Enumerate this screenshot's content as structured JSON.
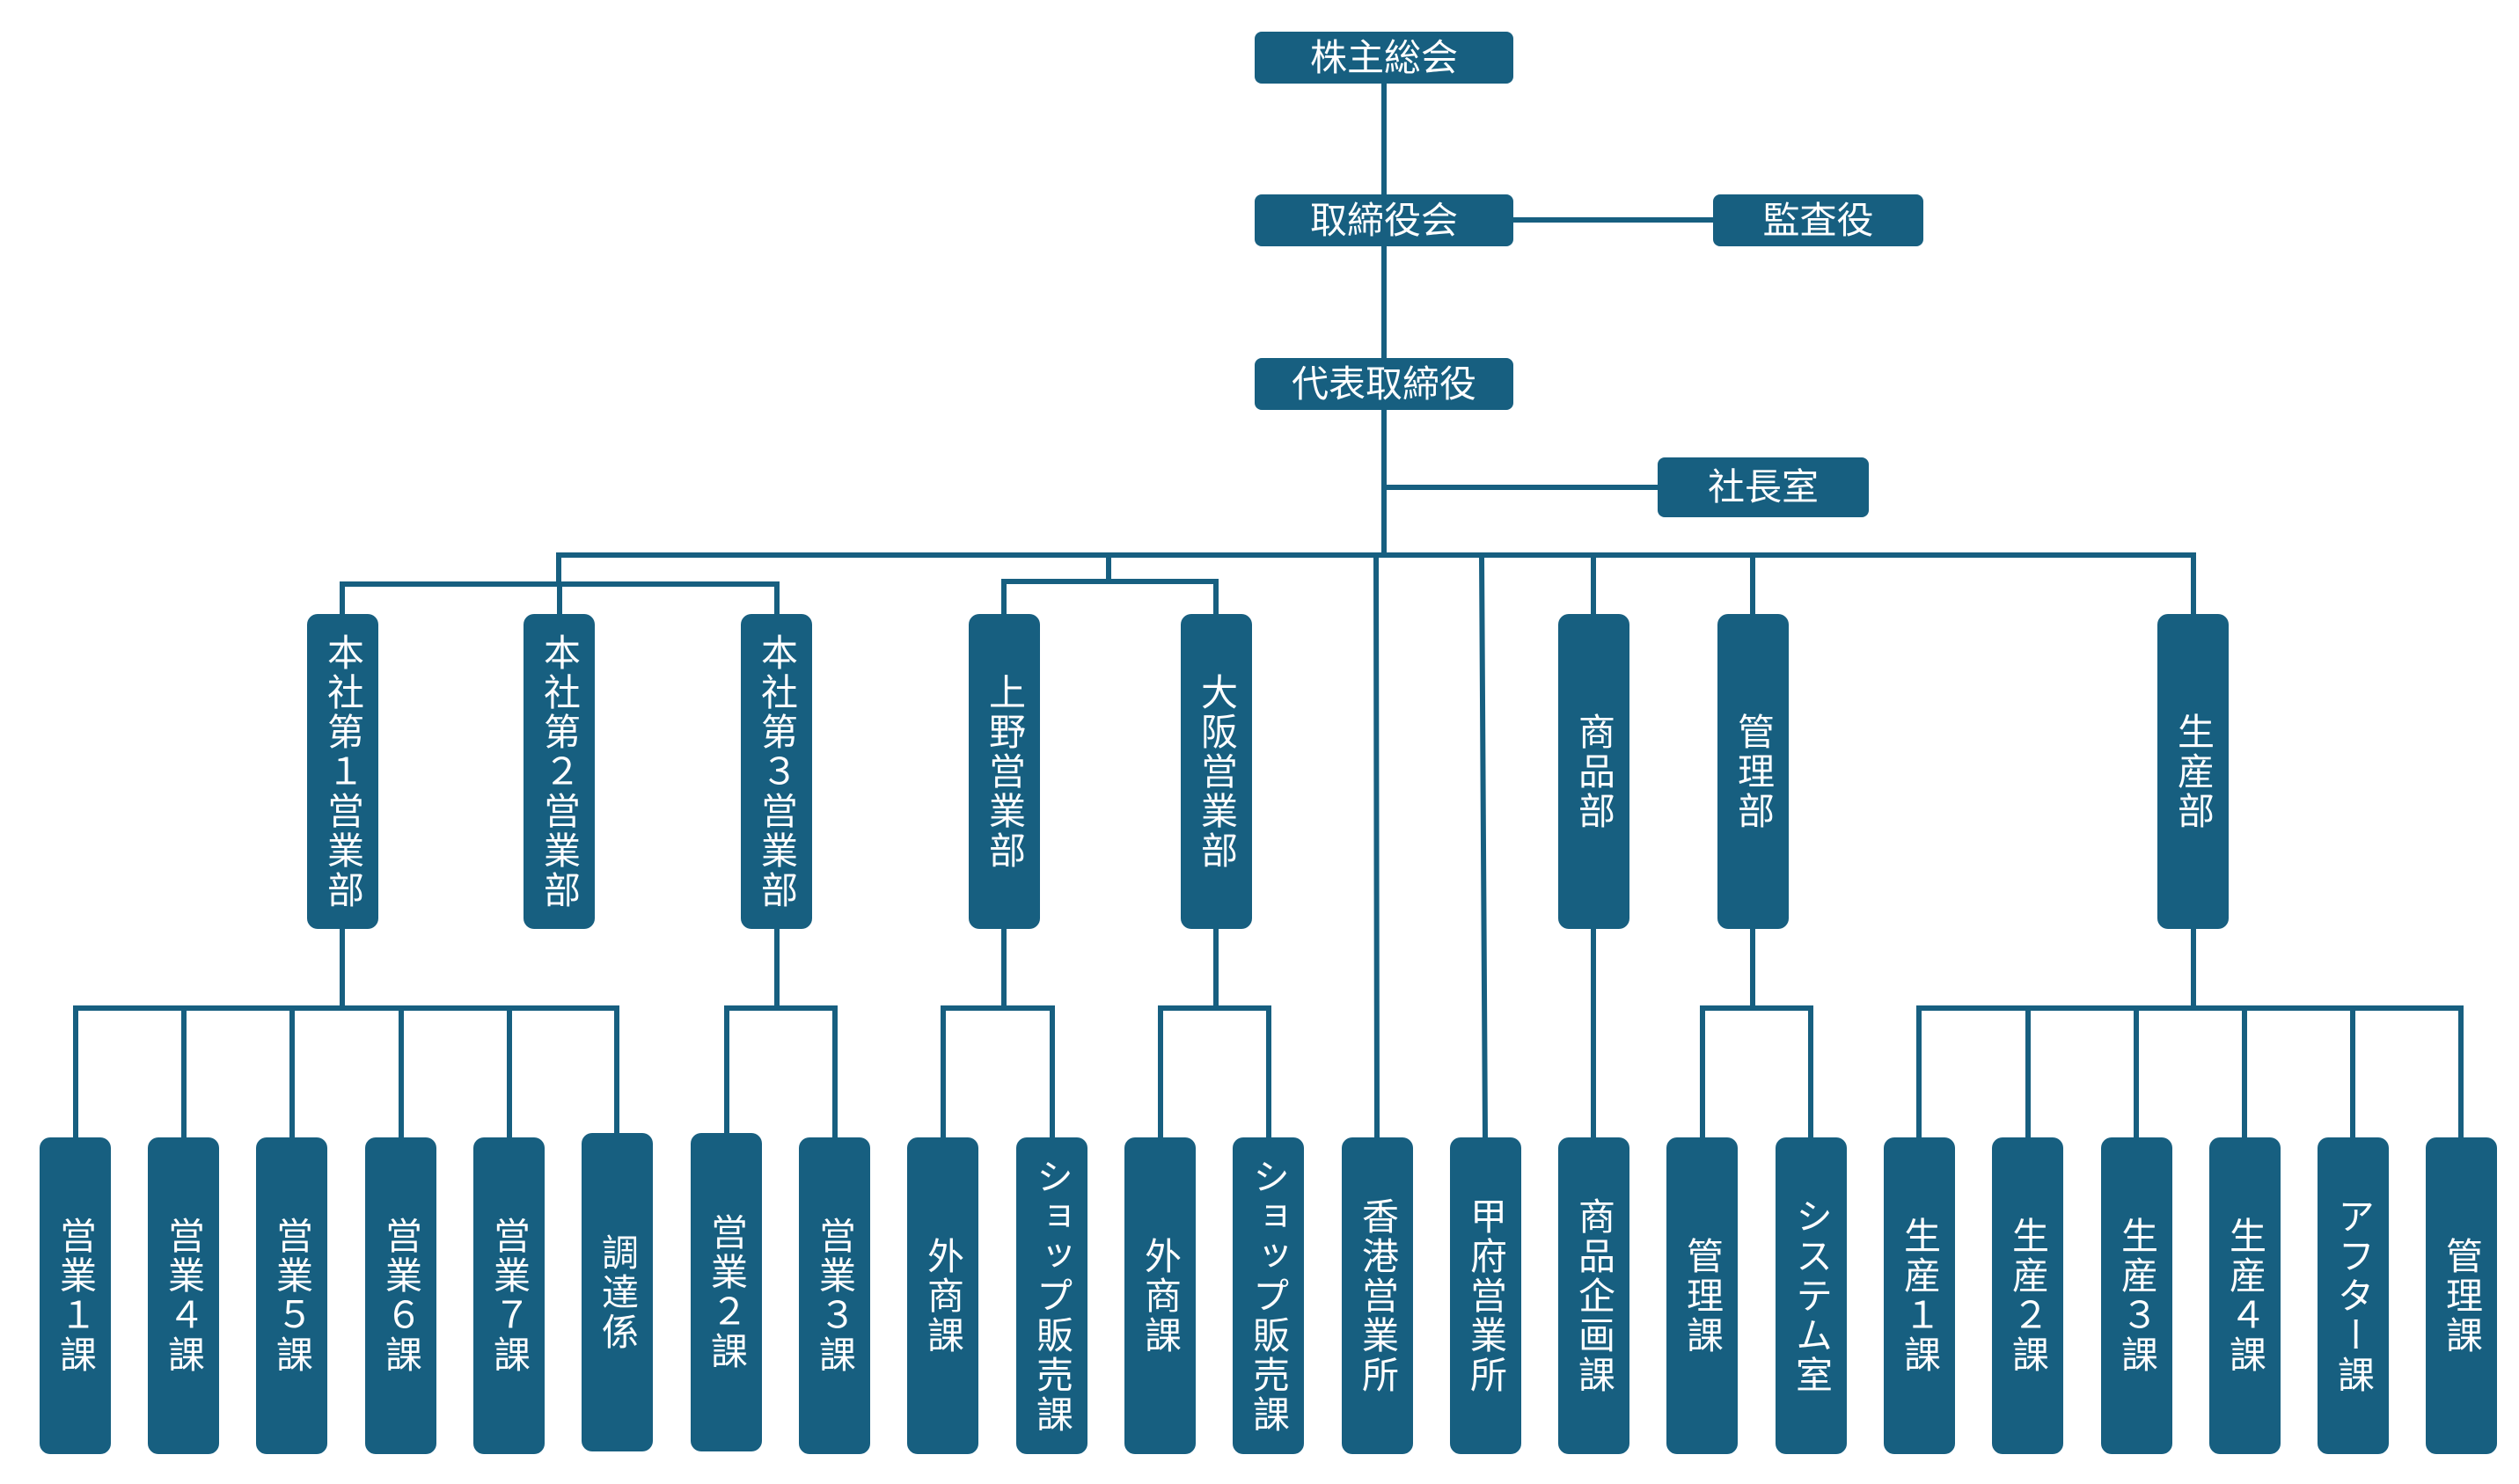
{
  "colors": {
    "node_fill": "#175f80",
    "node_text": "#ffffff",
    "connector": "#175f80",
    "background": "#ffffff"
  },
  "top": {
    "shareholders": "株主総会",
    "board": "取締役会",
    "auditor": "監査役",
    "ceo": "代表取締役",
    "president_office": "社長室"
  },
  "departments": [
    {
      "label": "本社第１営業部",
      "children": [
        "営業１課",
        "営業４課",
        "営業５課",
        "営業６課",
        "営業７課",
        "調達係"
      ]
    },
    {
      "label": "本社第２営業部",
      "children": []
    },
    {
      "label": "本社第３営業部",
      "children": [
        "営業２課",
        "営業３課"
      ]
    },
    {
      "label": "上野営業部",
      "children": [
        "外商課",
        "ショップ販売課"
      ]
    },
    {
      "label": "大阪営業部",
      "children": [
        "外商課",
        "ショップ販売課"
      ]
    },
    {
      "label": "商品部",
      "children": [
        "商品企画課"
      ]
    },
    {
      "label": "管理部",
      "children": [
        "管理課",
        "システム室"
      ]
    },
    {
      "label": "生産部",
      "children": [
        "生産１課",
        "生産２課",
        "生産３課",
        "生産４課",
        "アフター課",
        "管理課"
      ]
    }
  ],
  "direct_offices": [
    "香港営業所",
    "甲府営業所"
  ]
}
